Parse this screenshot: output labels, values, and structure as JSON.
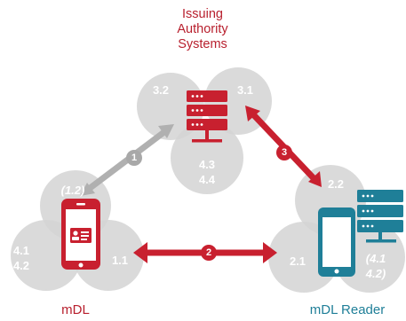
{
  "labels": {
    "issuer": [
      "Issuing",
      "Authority",
      "Systems"
    ],
    "mdl": "mDL",
    "reader": "mDL Reader"
  },
  "issuer_cluster": {
    "left": "3.2",
    "right": "3.1",
    "bottom": "4.3\n4.4"
  },
  "mdl_cluster": {
    "top": "(1.2)",
    "left": "4.1\n4.2",
    "right": "1.1"
  },
  "reader_cluster": {
    "top": "2.2",
    "left": "2.1",
    "right": "(4.1\n4.2)"
  },
  "arrows": {
    "a1": "1",
    "a2": "2",
    "a3": "3"
  },
  "colors": {
    "red": "#c8202f",
    "teal": "#1f7f98",
    "gray_circle": "#d3d3d3",
    "gray_arrow": "#b0b0b0"
  }
}
